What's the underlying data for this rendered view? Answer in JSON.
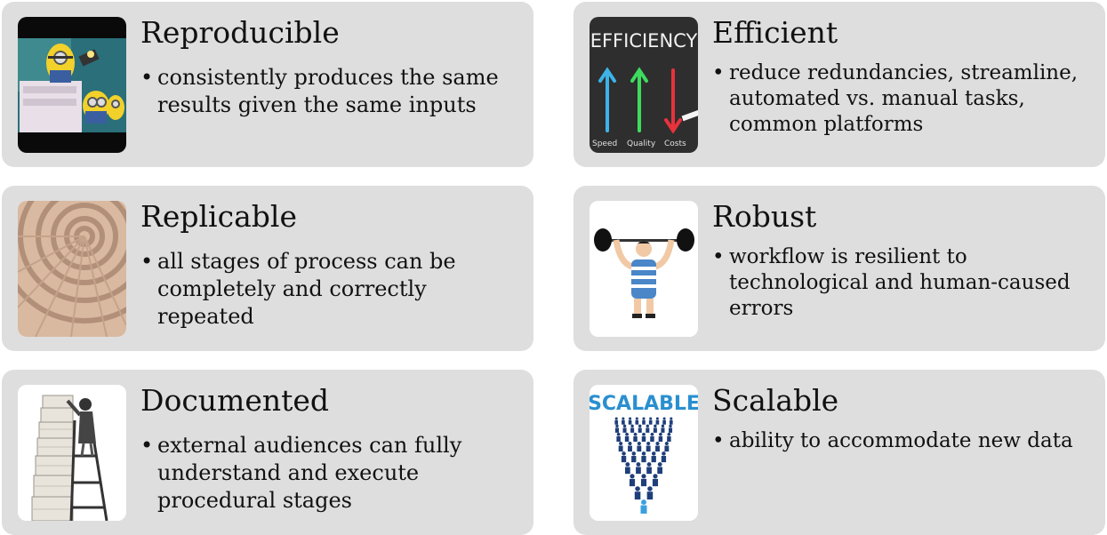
{
  "cards": [
    {
      "title": "Reproducible",
      "text": "consistently produces the same results given the same inputs"
    },
    {
      "title": "Efficient",
      "text": "reduce redundancies, streamline, automated vs. manual tasks, common platforms"
    },
    {
      "title": "Replicable",
      "text": "all stages of process can be completely and correctly repeated"
    },
    {
      "title": "Robust",
      "text": "workflow is resilient to technological and human-caused errors"
    },
    {
      "title": "Documented",
      "text": "external audiences can fully understand and execute procedural stages"
    },
    {
      "title": "Scalable",
      "text": "ability to accommodate new data"
    }
  ],
  "images": {
    "efficiency": {
      "word": "EFFICIENCY",
      "labels": [
        "Speed",
        "Quality",
        "Costs"
      ]
    },
    "scalable": {
      "word": "SCALABLE"
    }
  },
  "bullet_char": "•",
  "colors": {
    "card_bg": "#dedede",
    "text": "#111111"
  }
}
